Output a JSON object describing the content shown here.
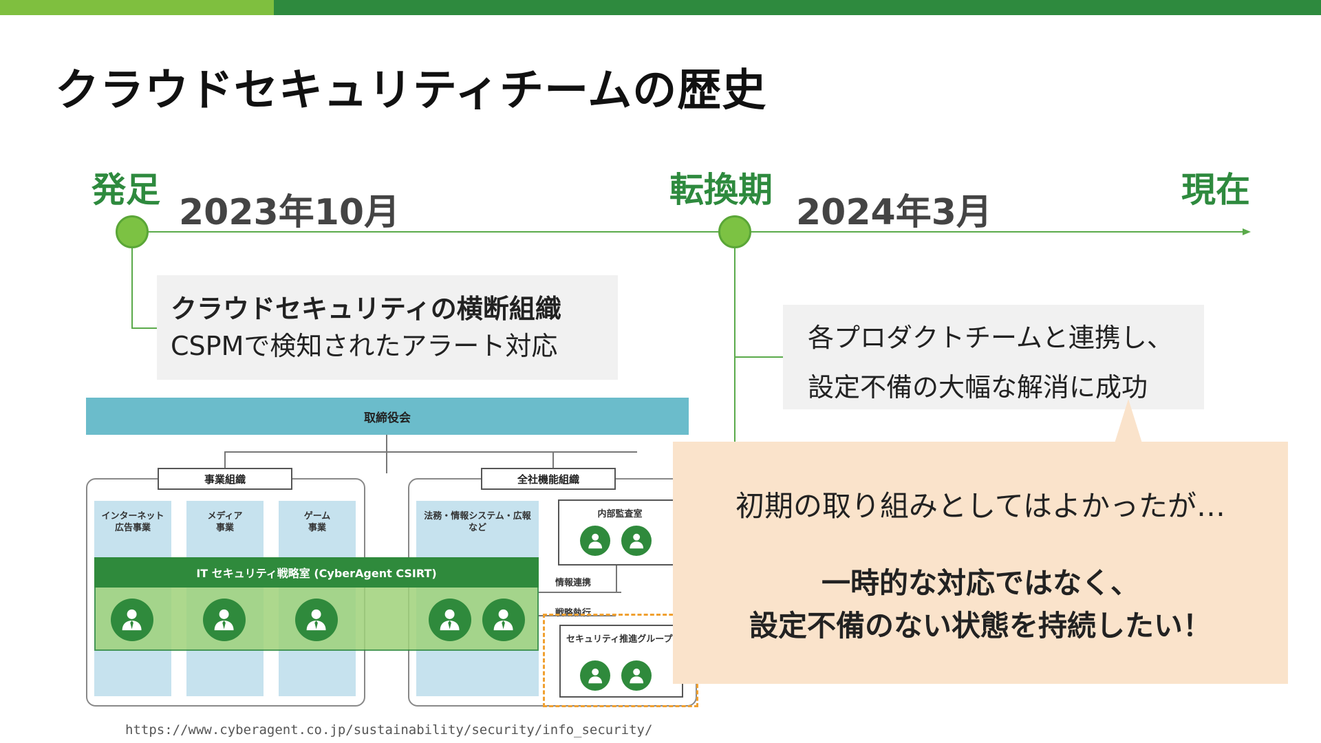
{
  "slide": {
    "title": "クラウドセキュリティチームの歴史",
    "colors": {
      "primary": "#2e8a3e",
      "accent": "#7fbf3f",
      "callout": "#fae3cb"
    }
  },
  "timeline": {
    "start": {
      "phase": "発足",
      "date": "2023年10月"
    },
    "transition": {
      "phase": "転換期",
      "date": "2024年3月"
    },
    "end": {
      "phase": "現在"
    }
  },
  "box1": {
    "line1": "クラウドセキュリティの横断組織",
    "line2": "CSPMで検知されたアラート対応"
  },
  "box2": {
    "line1": "各プロダクトチームと連携し、",
    "line2": "設定不備の大幅な解消に成功"
  },
  "org_chart": {
    "board": "取締役会",
    "business_group": "事業組織",
    "corporate_group": "全社機能組織",
    "columns": [
      "インターネット\n広告事業",
      "メディア\n事業",
      "ゲーム\n事業",
      "法務・情報システム・広報\nなど"
    ],
    "csirt": "IT セキュリティ戦略室 (CyberAgent CSIRT)",
    "internal_audit": "内部監査室",
    "info_link": "情報連携",
    "strategy_exec": "戦略執行",
    "promotion_group": "セキュリティ推進グループ",
    "person_icon": "person-icon"
  },
  "source_url": "https://www.cyberagent.co.jp/sustainability/security/info_security/",
  "callout": {
    "line1": "初期の取り組みとしてはよかったが…",
    "line2": "一時的な対応ではなく、",
    "line3": "設定不備のない状態を持続したい！"
  }
}
